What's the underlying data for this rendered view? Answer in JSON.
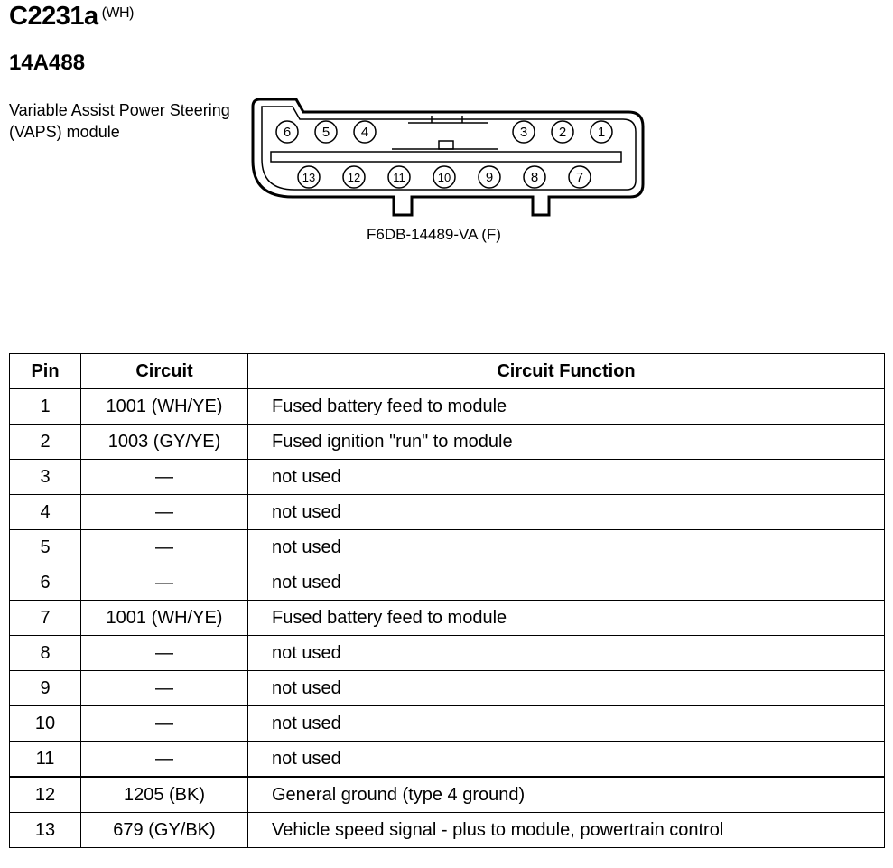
{
  "header": {
    "connector_id": "C2231a",
    "color_code": "(WH)",
    "part_number": "14A488",
    "description": "Variable Assist Power Steering (VAPS) module"
  },
  "connector": {
    "part_label": "F6DB-14489-VA (F)",
    "top_row": [
      "6",
      "5",
      "4",
      "3",
      "2",
      "1"
    ],
    "bottom_row": [
      "13",
      "12",
      "11",
      "10",
      "9",
      "8",
      "7"
    ]
  },
  "table": {
    "headers": [
      "Pin",
      "Circuit",
      "Circuit Function"
    ],
    "rows": [
      {
        "pin": "1",
        "circuit": "1001 (WH/YE)",
        "function": "Fused battery feed to module"
      },
      {
        "pin": "2",
        "circuit": "1003 (GY/YE)",
        "function": "Fused ignition \"run\" to module"
      },
      {
        "pin": "3",
        "circuit": "—",
        "function": "not used"
      },
      {
        "pin": "4",
        "circuit": "—",
        "function": "not used"
      },
      {
        "pin": "5",
        "circuit": "—",
        "function": "not used"
      },
      {
        "pin": "6",
        "circuit": "—",
        "function": "not used"
      },
      {
        "pin": "7",
        "circuit": "1001 (WH/YE)",
        "function": "Fused battery feed to module"
      },
      {
        "pin": "8",
        "circuit": "—",
        "function": "not used"
      },
      {
        "pin": "9",
        "circuit": "—",
        "function": "not used"
      },
      {
        "pin": "10",
        "circuit": "—",
        "function": "not used"
      },
      {
        "pin": "11",
        "circuit": "—",
        "function": "not used"
      },
      {
        "pin": "12",
        "circuit": "1205 (BK)",
        "function": "General ground (type 4 ground)"
      },
      {
        "pin": "13",
        "circuit": "679 (GY/BK)",
        "function": "Vehicle speed signal - plus to module, powertrain control"
      }
    ]
  }
}
